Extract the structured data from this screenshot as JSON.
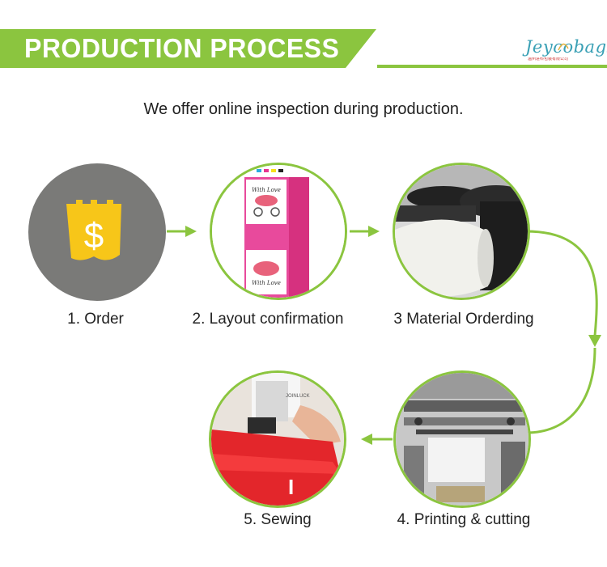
{
  "header": {
    "title": "PRODUCTION PROCESS",
    "logo_text": "Jeycobags",
    "logo_subtext": "温州进科包装有限公司"
  },
  "intro": "We offer online inspection during production.",
  "steps": [
    {
      "label": "1. Order"
    },
    {
      "label": "2. Layout confirmation"
    },
    {
      "label": "3 Material Orderding"
    },
    {
      "label": "4. Printing & cutting"
    },
    {
      "label": "5. Sewing"
    }
  ],
  "layout_photo": {
    "card_text_1": "With Love",
    "card_text_2": "With Love"
  },
  "sewing_photo": {
    "machine_text": "JOINLUCK"
  },
  "colors": {
    "accent": "#8bc53f",
    "circle_gray": "#7a7a78",
    "coin_yellow": "#f7c619",
    "pink": "#e6358f"
  },
  "icons": [
    "dollar-tag-icon",
    "arrow-right-icon",
    "arrow-left-icon",
    "arrow-down-icon"
  ]
}
